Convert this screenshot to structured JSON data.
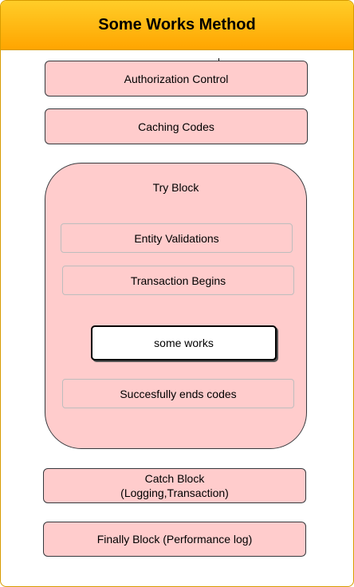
{
  "header": {
    "title": "Some Works Method"
  },
  "blocks": {
    "authorization": "Authorization Control",
    "caching": "Caching Codes",
    "try_block": {
      "title": "Try Block",
      "entity_validations": "Entity Validations",
      "transaction_begins": "Transaction Begins",
      "some_works": "some works",
      "success_ends": "Succesfully ends codes"
    },
    "catch_line1": "Catch Block",
    "catch_line2": "(Logging,Transaction)",
    "finally": "Finally Block (Performance log)"
  },
  "colors": {
    "header_top": "#ffcd28",
    "header_bottom": "#ffa500",
    "header_border": "#d79b00",
    "box_fill": "#ffcccc",
    "box_border": "#36393d"
  }
}
